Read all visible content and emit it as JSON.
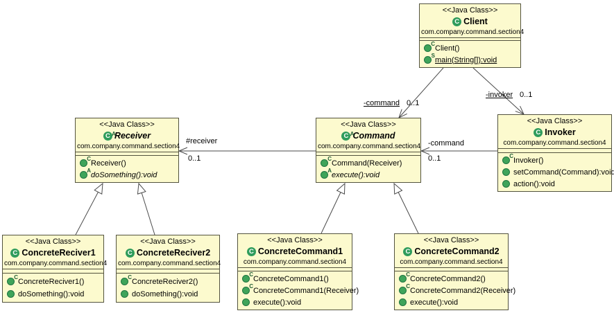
{
  "glyphs": {
    "class_letter": "C",
    "abstract_marker": "A",
    "constructor_marker": "C",
    "static_marker": "S"
  },
  "classes": {
    "client": {
      "stereotype": "<<Java Class>>",
      "name": "Client",
      "package": "com.company.command.section4",
      "methods": [
        {
          "label": "Client()",
          "sup": "C",
          "style": "constructor"
        },
        {
          "label": "main(String[]):void",
          "sup": "S",
          "style": "static"
        }
      ]
    },
    "receiver": {
      "stereotype": "<<Java Class>>",
      "name": "Receiver",
      "abstract_marker": "A",
      "package": "com.company.command.section4",
      "methods": [
        {
          "label": "Receiver()",
          "sup": "C",
          "style": "constructor"
        },
        {
          "label": "doSomething():void",
          "sup": "A",
          "style": "abstract"
        }
      ]
    },
    "command": {
      "stereotype": "<<Java Class>>",
      "name": "Command",
      "abstract_marker": "A",
      "package": "com.company.command.section4",
      "methods": [
        {
          "label": "Command(Receiver)",
          "sup": "C",
          "style": "constructor"
        },
        {
          "label": "execute():void",
          "sup": "A",
          "style": "abstract"
        }
      ]
    },
    "invoker": {
      "stereotype": "<<Java Class>>",
      "name": "Invoker",
      "package": "com.company.command.section4",
      "methods": [
        {
          "label": "Invoker()",
          "sup": "C",
          "style": "constructor"
        },
        {
          "label": "setCommand(Command):void",
          "sup": "",
          "style": "public"
        },
        {
          "label": "action():void",
          "sup": "",
          "style": "public"
        }
      ]
    },
    "concrete_reciver1": {
      "stereotype": "<<Java Class>>",
      "name": "ConcreteReciver1",
      "package": "com.company.command.section4",
      "methods": [
        {
          "label": "ConcreteReciver1()",
          "sup": "C",
          "style": "constructor"
        },
        {
          "label": "doSomething():void",
          "sup": "",
          "style": "public"
        }
      ]
    },
    "concrete_reciver2": {
      "stereotype": "<<Java Class>>",
      "name": "ConcreteReciver2",
      "package": "com.company.command.section4",
      "methods": [
        {
          "label": "ConcreteReciver2()",
          "sup": "C",
          "style": "constructor"
        },
        {
          "label": "doSomething():void",
          "sup": "",
          "style": "public"
        }
      ]
    },
    "concrete_command1": {
      "stereotype": "<<Java Class>>",
      "name": "ConcreteCommand1",
      "package": "com.company.command.section4",
      "methods": [
        {
          "label": "ConcreteCommand1()",
          "sup": "C",
          "style": "constructor"
        },
        {
          "label": "ConcreteCommand1(Receiver)",
          "sup": "C",
          "style": "constructor"
        },
        {
          "label": "execute():void",
          "sup": "",
          "style": "public"
        }
      ]
    },
    "concrete_command2": {
      "stereotype": "<<Java Class>>",
      "name": "ConcreteCommand2",
      "package": "com.company.command.section4",
      "methods": [
        {
          "label": "ConcreteCommand2()",
          "sup": "C",
          "style": "constructor"
        },
        {
          "label": "ConcreteCommand2(Receiver)",
          "sup": "C",
          "style": "constructor"
        },
        {
          "label": "execute():void",
          "sup": "",
          "style": "public"
        }
      ]
    }
  },
  "associations": {
    "client_command": {
      "role": "-command",
      "mult": "0..1"
    },
    "client_invoker": {
      "role": "-invoker",
      "mult": "0..1"
    },
    "command_receiver": {
      "role": "#receiver",
      "mult": "0..1"
    },
    "invoker_command": {
      "role": "-command",
      "mult": "0..1"
    }
  },
  "colors": {
    "class_fill": "#FCFACE",
    "class_border": "#52523E",
    "connector": "#4A4A4A",
    "icon_green": "#2F9C5C",
    "method_dot": "#3FA45A"
  }
}
